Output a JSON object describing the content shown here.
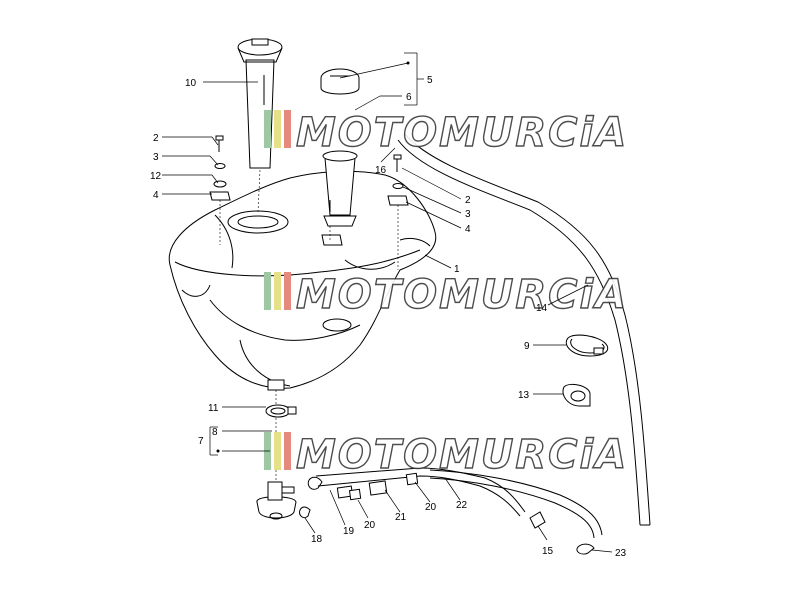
{
  "watermark": {
    "text": "MOTOMURCiA",
    "colors": [
      "#9ec8a4",
      "#e6e089",
      "#e48b7d"
    ]
  },
  "callouts": [
    {
      "id": "c1",
      "label": "1"
    },
    {
      "id": "c2a",
      "label": "2"
    },
    {
      "id": "c2b",
      "label": "2"
    },
    {
      "id": "c3a",
      "label": "3"
    },
    {
      "id": "c3b",
      "label": "3"
    },
    {
      "id": "c4a",
      "label": "4"
    },
    {
      "id": "c4b",
      "label": "4"
    },
    {
      "id": "c5",
      "label": "5"
    },
    {
      "id": "c6",
      "label": "6"
    },
    {
      "id": "c7",
      "label": "7"
    },
    {
      "id": "c8",
      "label": "8"
    },
    {
      "id": "c9",
      "label": "9"
    },
    {
      "id": "c10",
      "label": "10"
    },
    {
      "id": "c11",
      "label": "11"
    },
    {
      "id": "c12",
      "label": "12"
    },
    {
      "id": "c13",
      "label": "13"
    },
    {
      "id": "c14",
      "label": "14"
    },
    {
      "id": "c15",
      "label": "15"
    },
    {
      "id": "c16",
      "label": "16"
    },
    {
      "id": "c18",
      "label": "18"
    },
    {
      "id": "c19",
      "label": "19"
    },
    {
      "id": "c20a",
      "label": "20"
    },
    {
      "id": "c20b",
      "label": "20"
    },
    {
      "id": "c21",
      "label": "21"
    },
    {
      "id": "c22",
      "label": "22"
    },
    {
      "id": "c23",
      "label": "23"
    }
  ]
}
